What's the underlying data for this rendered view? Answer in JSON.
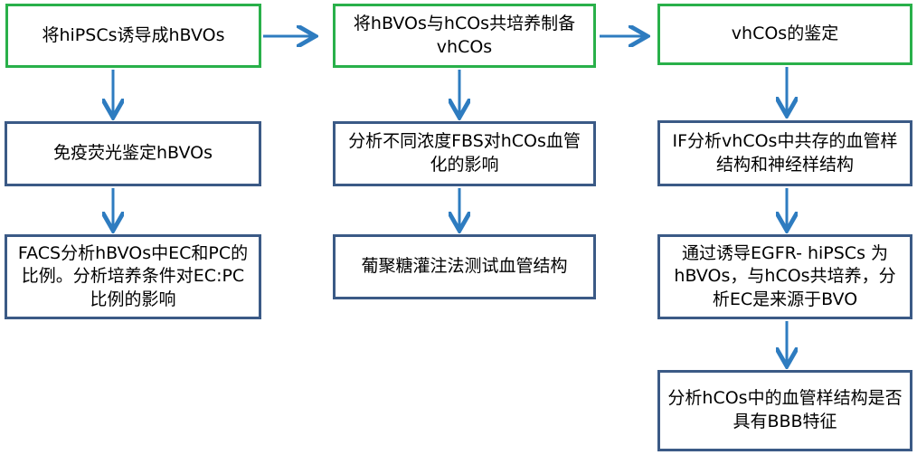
{
  "colors": {
    "green_border": "#29b04a",
    "blue_border": "#3b5a86",
    "arrow": "#2e7cc0"
  },
  "columns": [
    {
      "header": "将hiPSCs诱导成hBVOs",
      "steps": [
        "免疫荧光鉴定hBVOs",
        "FACS分析hBVOs中EC和PC的比例。分析培养条件对EC:PC比例的影响"
      ]
    },
    {
      "header": "将hBVOs与hCOs共培养制备vhCOs",
      "steps": [
        "分析不同浓度FBS对hCOs血管化的影响",
        "葡聚糖灌注法测试血管结构"
      ]
    },
    {
      "header": "vhCOs的鉴定",
      "steps": [
        "IF分析vhCOs中共存的血管样结构和神经样结构",
        "通过诱导EGFR- hiPSCs 为hBVOs，与hCOs共培养，分析EC是来源于BVO",
        "分析hCOs中的血管样结构是否具有BBB特征"
      ]
    }
  ]
}
